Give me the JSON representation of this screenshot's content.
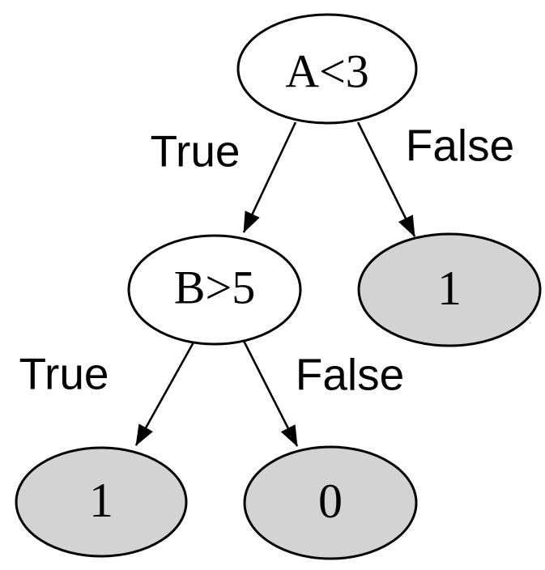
{
  "diagram": {
    "type": "decision-tree",
    "colors": {
      "background": "#ffffff",
      "decision_node_fill": "#ffffff",
      "leaf_node_fill": "#d3d3d3",
      "node_stroke": "#000000",
      "edge_color": "#000000",
      "text_color": "#000000"
    },
    "nodes": {
      "root": {
        "label": "A<3",
        "kind": "decision"
      },
      "b": {
        "label": "B>5",
        "kind": "decision"
      },
      "leaf_root_false": {
        "label": "1",
        "kind": "leaf"
      },
      "leaf_b_true": {
        "label": "1",
        "kind": "leaf"
      },
      "leaf_b_false": {
        "label": "0",
        "kind": "leaf"
      }
    },
    "edges": {
      "root_true": {
        "label": "True",
        "from": "root",
        "to": "b"
      },
      "root_false": {
        "label": "False",
        "from": "root",
        "to": "leaf_root_false"
      },
      "b_true": {
        "label": "True",
        "from": "b",
        "to": "leaf_b_true"
      },
      "b_false": {
        "label": "False",
        "from": "b",
        "to": "leaf_b_false"
      }
    }
  }
}
